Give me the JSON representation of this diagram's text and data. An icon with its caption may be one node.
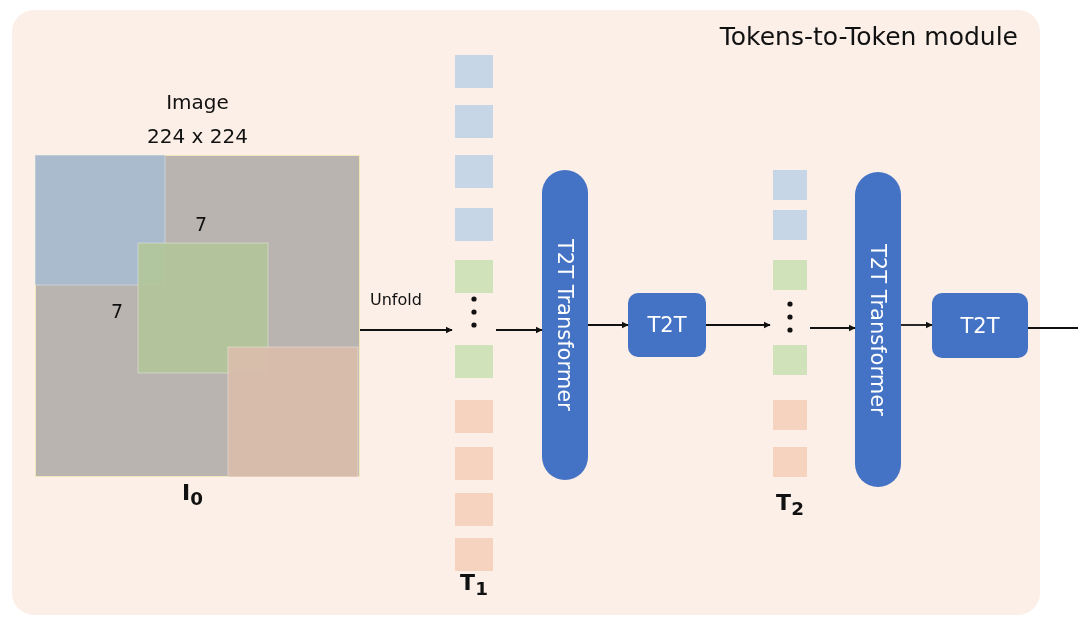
{
  "diagram": {
    "nodes": [
      {
        "text": [
          "Tokens-to-Token module"
        ]
      },
      {
        "text": [
          "Image 224 x 224"
        ],
        "beside": [
          "I$_{0}$"
        ],
        "in": 0
      },
      {
        "text": [],
        "shape": "bar",
        "beside": [
          "T$_{1}$"
        ],
        "in": 0
      },
      {
        "text": [
          "T2T Transformer"
        ],
        "in": 0
      },
      {
        "text": [
          "T2T"
        ],
        "in": 0
      },
      {
        "text": [],
        "shape": "bar",
        "beside": [
          "T$_{2}$"
        ],
        "in": 0
      },
      {
        "text": [
          "T2T Transformer"
        ],
        "in": 0
      },
      {
        "text": [
          "T2T"
        ],
        "in": 0
      }
    ],
    "edges": [
      {
        "from": 1,
        "to": 2,
        "arrow": "to",
        "label": "Unfold"
      },
      {
        "from": 2,
        "to": 3,
        "arrow": "to"
      },
      {
        "from": 3,
        "to": 4,
        "arrow": "to"
      },
      {
        "from": 4,
        "to": 5,
        "arrow": "to"
      },
      {
        "from": 5,
        "to": 6,
        "arrow": "to"
      },
      {
        "from": 6,
        "to": 7,
        "arrow": "to"
      },
      {
        "from": 7,
        "to": null,
        "arrow": "none"
      }
    ],
    "labels": [
      "7",
      "7"
    ]
  }
}
